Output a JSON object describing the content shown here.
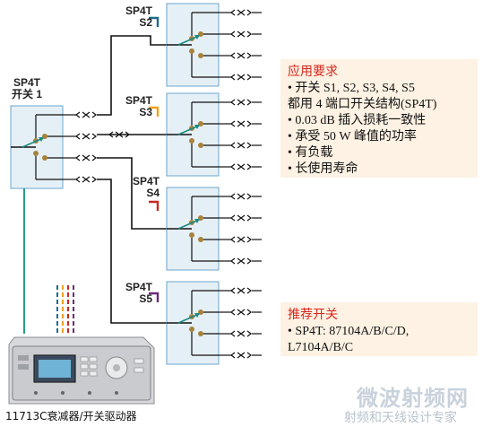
{
  "main_switch": {
    "label_line1": "SP4T",
    "label_line2": "开关 1"
  },
  "sub_switches": [
    {
      "type": "SP4T",
      "name": "S2",
      "color": "#1d6b8a"
    },
    {
      "type": "SP4T",
      "name": "S3",
      "color": "#f0a020"
    },
    {
      "type": "SP4T",
      "name": "S4",
      "color": "#c8281e"
    },
    {
      "type": "SP4T",
      "name": "S5",
      "color": "#6a2a7a"
    }
  ],
  "colors": {
    "box_fill": "#e5f0f6",
    "box_stroke": "#6ba6cf",
    "contact_dot": "#a8823a",
    "wire": "#111111",
    "control_cable": "#2a9d8a"
  },
  "requirements_panel": {
    "title": "应用要求",
    "lines": [
      "• 开关 S1, S2, S3, S4, S5",
      "都用 4 端口开关结构(SP4T)",
      "• 0.03 dB 插入损耗一致性",
      "• 承受 50 W 峰值的功率",
      "• 有负载",
      "• 长使用寿命"
    ]
  },
  "recommend_panel": {
    "title": "推荐开关",
    "lines": [
      "• SP4T: 87104A/B/C/D,",
      "L7104A/B/C"
    ]
  },
  "driver": {
    "caption": "11713C衰减器/开关驱动器"
  },
  "watermark": {
    "line1": "微波射频网",
    "line2": "射频和天线设计专家"
  }
}
